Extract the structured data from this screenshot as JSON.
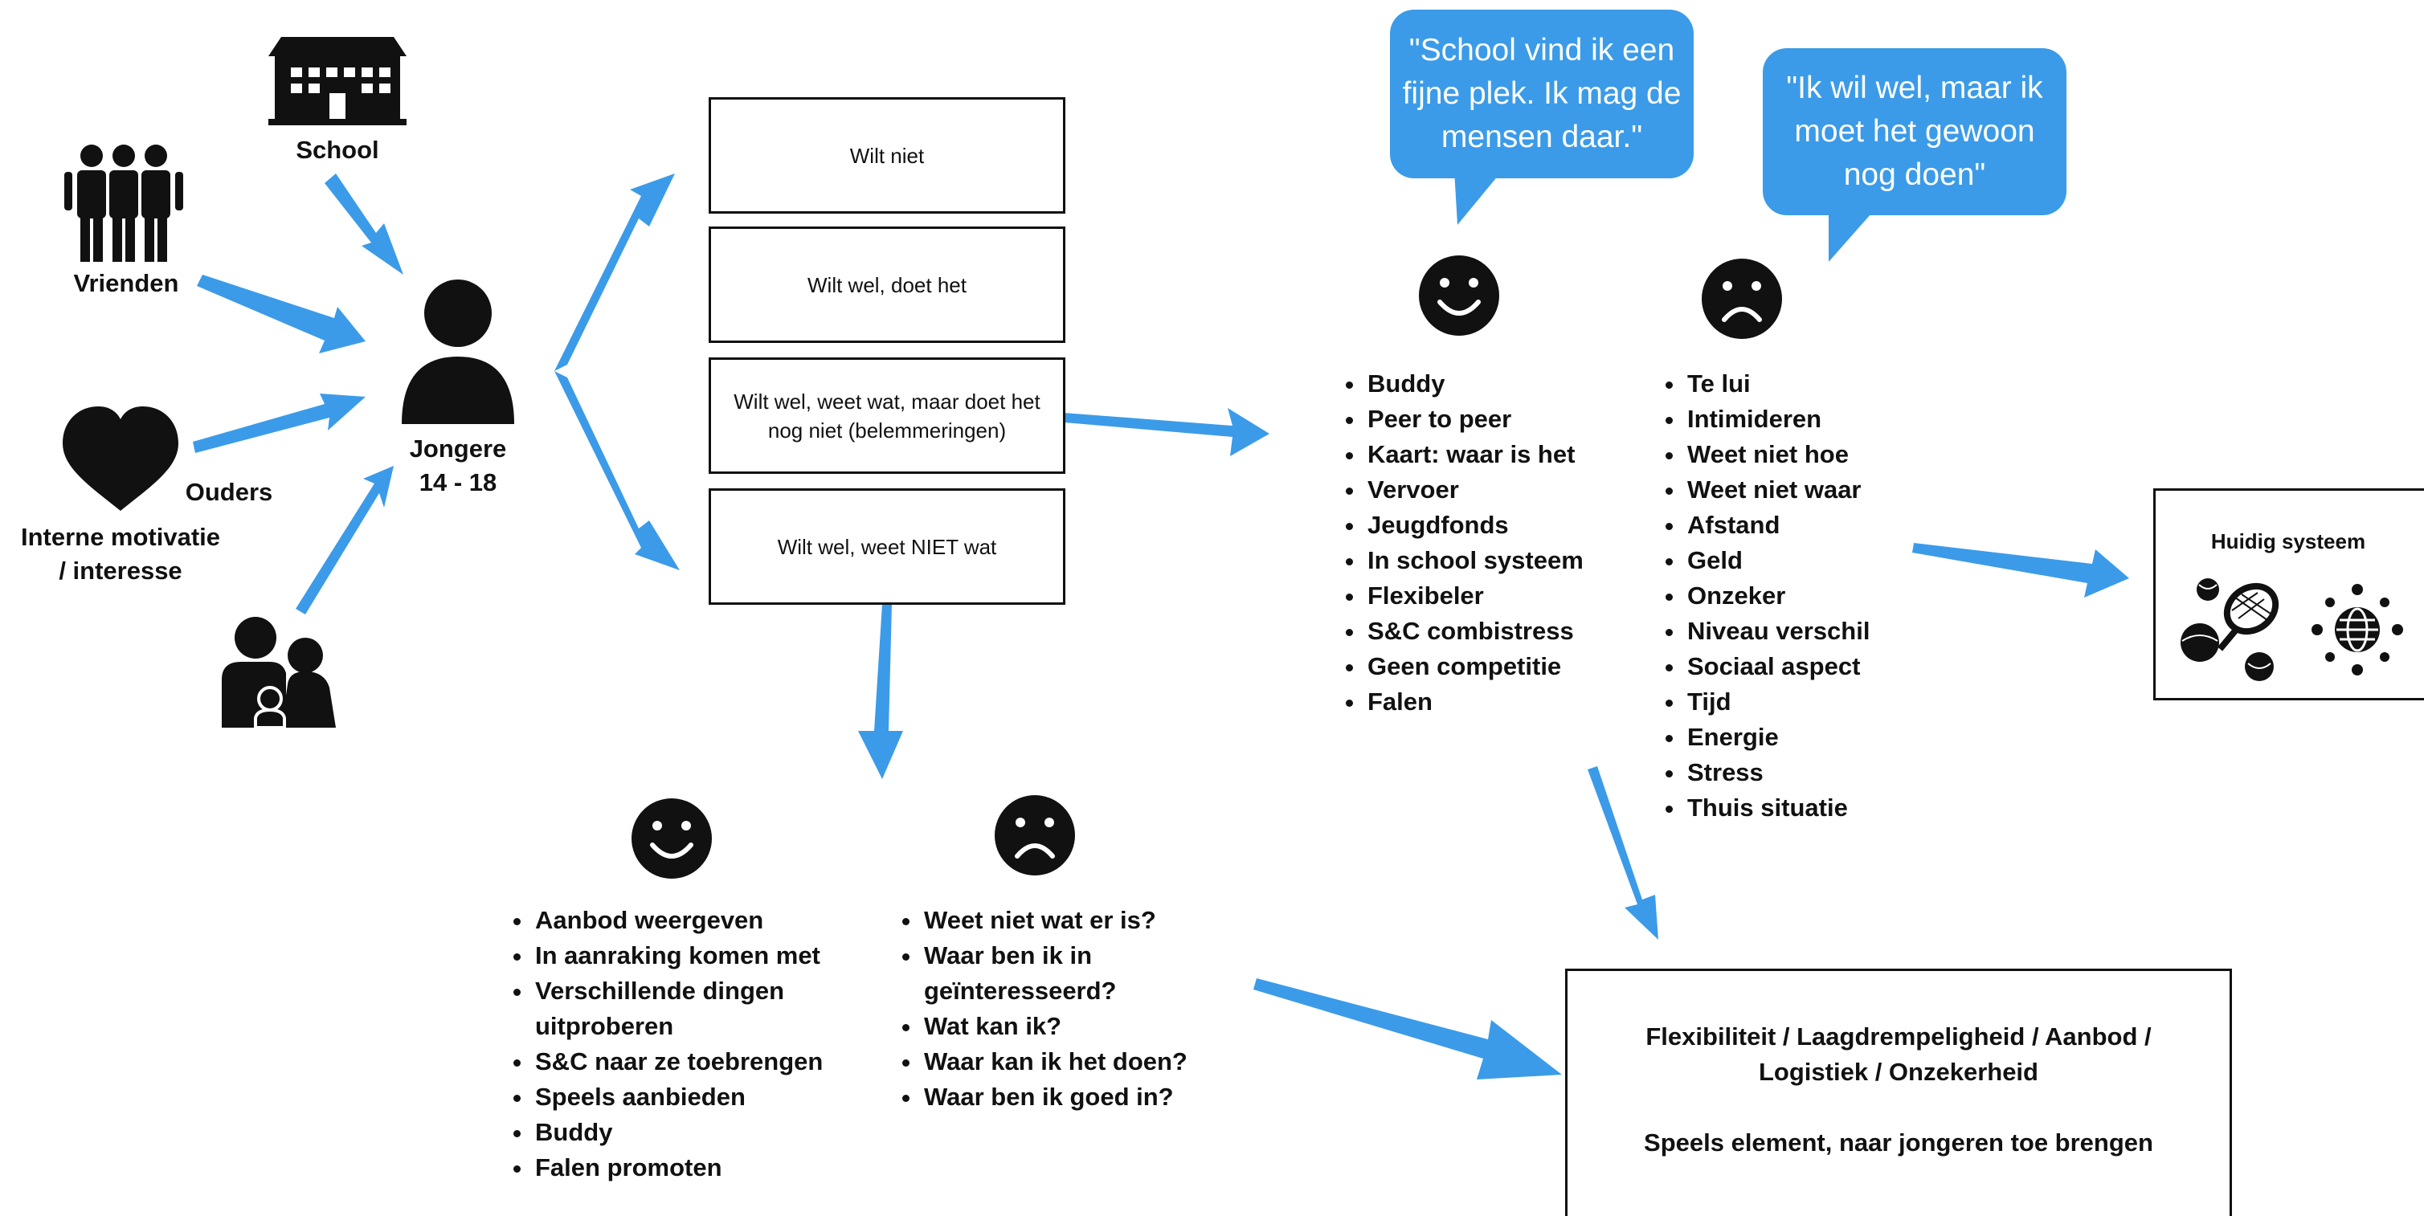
{
  "colors": {
    "accent": "#3b9be8",
    "text": "#111111"
  },
  "sources": {
    "school": "School",
    "vrienden": "Vrienden",
    "ouders": "Ouders",
    "interne_motivatie": "Interne motivatie\n/ interesse"
  },
  "center": {
    "line1": "Jongere",
    "line2": "14 - 18"
  },
  "stages": [
    {
      "text": "Wilt niet"
    },
    {
      "text": "Wilt wel, doet het"
    },
    {
      "text": "Wilt wel, weet wat, maar doet het nog niet (belemmeringen)"
    },
    {
      "text": "Wilt wel, weet NIET wat"
    }
  ],
  "quotes": {
    "positive": "\"School vind ik een fijne plek. Ik mag de mensen daar.\"",
    "negative": "\"Ik wil wel, maar ik moet het gewoon nog doen\""
  },
  "upper_positive": [
    "Buddy",
    "Peer to peer",
    "Kaart: waar is het",
    "Vervoer",
    "Jeugdfonds",
    "In school systeem",
    "Flexibeler",
    "S&C combistress",
    "Geen competitie",
    "Falen"
  ],
  "upper_negative": [
    "Te lui",
    "Intimideren",
    "Weet niet hoe",
    "Weet niet waar",
    "Afstand",
    "Geld",
    "Onzeker",
    "Niveau verschil",
    "Sociaal aspect",
    "Tijd",
    "Energie",
    "Stress",
    "Thuis situatie"
  ],
  "lower_positive": [
    "Aanbod weergeven",
    "In aanraking komen met",
    "Verschillende dingen uitproberen",
    "S&C naar ze toebrengen",
    "Speels aanbieden",
    "Buddy",
    "Falen promoten"
  ],
  "lower_negative": [
    "Weet niet wat er is?",
    "Waar ben ik in geïnteresseerd?",
    "Wat kan ik?",
    "Waar kan ik het doen?",
    "Waar ben ik goed in?"
  ],
  "current_system": {
    "title": "Huidig systeem"
  },
  "result": {
    "line1": "Flexibiliteit / Laagdrempeligheid / Aanbod / Logistiek / Onzekerheid",
    "line2": "Speels element, naar jongeren toe brengen"
  },
  "icons": [
    "school-building-icon",
    "friends-group-icon",
    "heart-icon",
    "family-icon",
    "person-icon",
    "smiley-happy-icon",
    "smiley-sad-icon",
    "sports-balls-icon",
    "globe-network-icon"
  ]
}
